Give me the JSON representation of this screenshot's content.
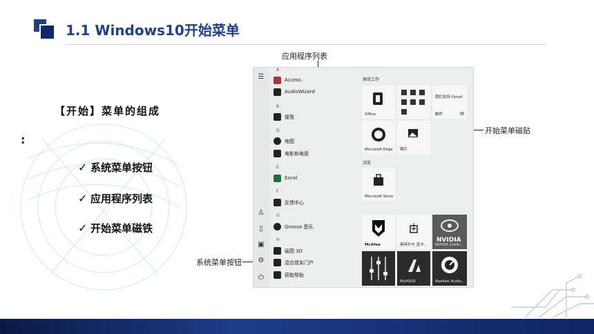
{
  "slide": {
    "title": "1.1 Windows10开始菜单",
    "subtitle": "【开始】菜单的组成",
    "colon": ":",
    "bullets": [
      {
        "check": "✓",
        "text": "系统菜单按钮"
      },
      {
        "check": "✓",
        "text": "应用程序列表"
      },
      {
        "check": "✓",
        "text": "开始菜单磁铁"
      }
    ]
  },
  "annotations": {
    "app_list": "应用程序列表",
    "tiles": "开始菜单磁贴",
    "system_button": "系统菜单按钮"
  },
  "start_menu": {
    "letters": [
      "A",
      "B",
      "D",
      "E",
      "F",
      "G",
      "H"
    ],
    "apps": [
      {
        "label": "Access",
        "icon": "access-icon"
      },
      {
        "label": "AudioWizard",
        "icon": "audiowizard-icon"
      },
      {
        "label": "便笺",
        "icon": "sticky-notes-icon"
      },
      {
        "label": "地图",
        "icon": "maps-icon"
      },
      {
        "label": "电影和电视",
        "icon": "movies-tv-icon"
      },
      {
        "label": "Excel",
        "icon": "excel-icon"
      },
      {
        "label": "反馈中心",
        "icon": "feedback-icon"
      },
      {
        "label": "Groove 音乐",
        "icon": "groove-icon"
      },
      {
        "label": "画图 3D",
        "icon": "paint3d-icon"
      },
      {
        "label": "混合现实门户",
        "icon": "mixed-reality-icon"
      },
      {
        "label": "获取帮助",
        "icon": "get-help-icon"
      }
    ],
    "groups": [
      "高效工作",
      "浏览"
    ],
    "tiles": {
      "office": "Office",
      "gmail": "我们支持 Gmail",
      "mail": "邮件",
      "edge": "Microsoft Edge",
      "photos": "照片",
      "store": "Microsoft Store",
      "mcafee": "McAfee",
      "intel": "英特尔® 显卡...",
      "nvidia_logo": "NVIDIA",
      "nvidia": "NVIDIA Contr...",
      "myasus": "MyASUS",
      "realtek": "Realtek Audio..."
    }
  }
}
